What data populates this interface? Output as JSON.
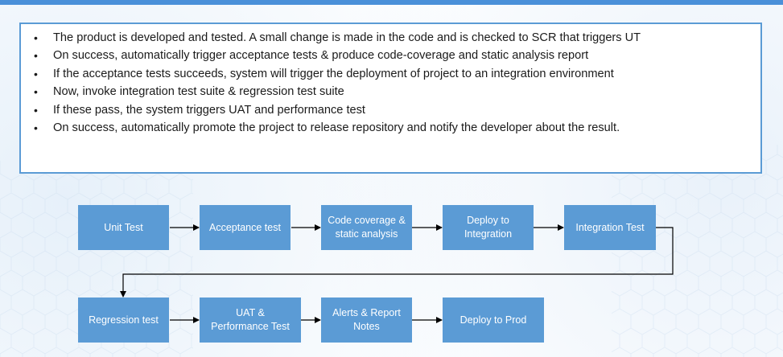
{
  "bullets": [
    "The product is developed and tested. A small change is made in the code and is checked to SCR that triggers UT",
    "On success, automatically trigger acceptance tests & produce code-coverage and static analysis report",
    "If the acceptance tests succeeds, system will trigger the deployment of project to an integration environment",
    "Now, invoke integration test suite & regression test suite",
    "If these pass, the system triggers UAT and  performance test",
    "On success, automatically promote the project to release repository and notify the developer about the result."
  ],
  "bullet_glyph": "•",
  "flow": {
    "row1": [
      "Unit Test",
      "Acceptance test",
      "Code coverage &\nstatic analysis",
      "Deploy to\nIntegration",
      "Integration Test"
    ],
    "row2": [
      "Regression test",
      "UAT &\nPerformance Test",
      "Alerts & Report\nNotes",
      "Deploy to Prod"
    ]
  },
  "colors": {
    "box_fill": "#5b9bd5",
    "box_border": "#5b9bd5",
    "top_bar": "#4a90d9",
    "arrow": "#000000"
  }
}
